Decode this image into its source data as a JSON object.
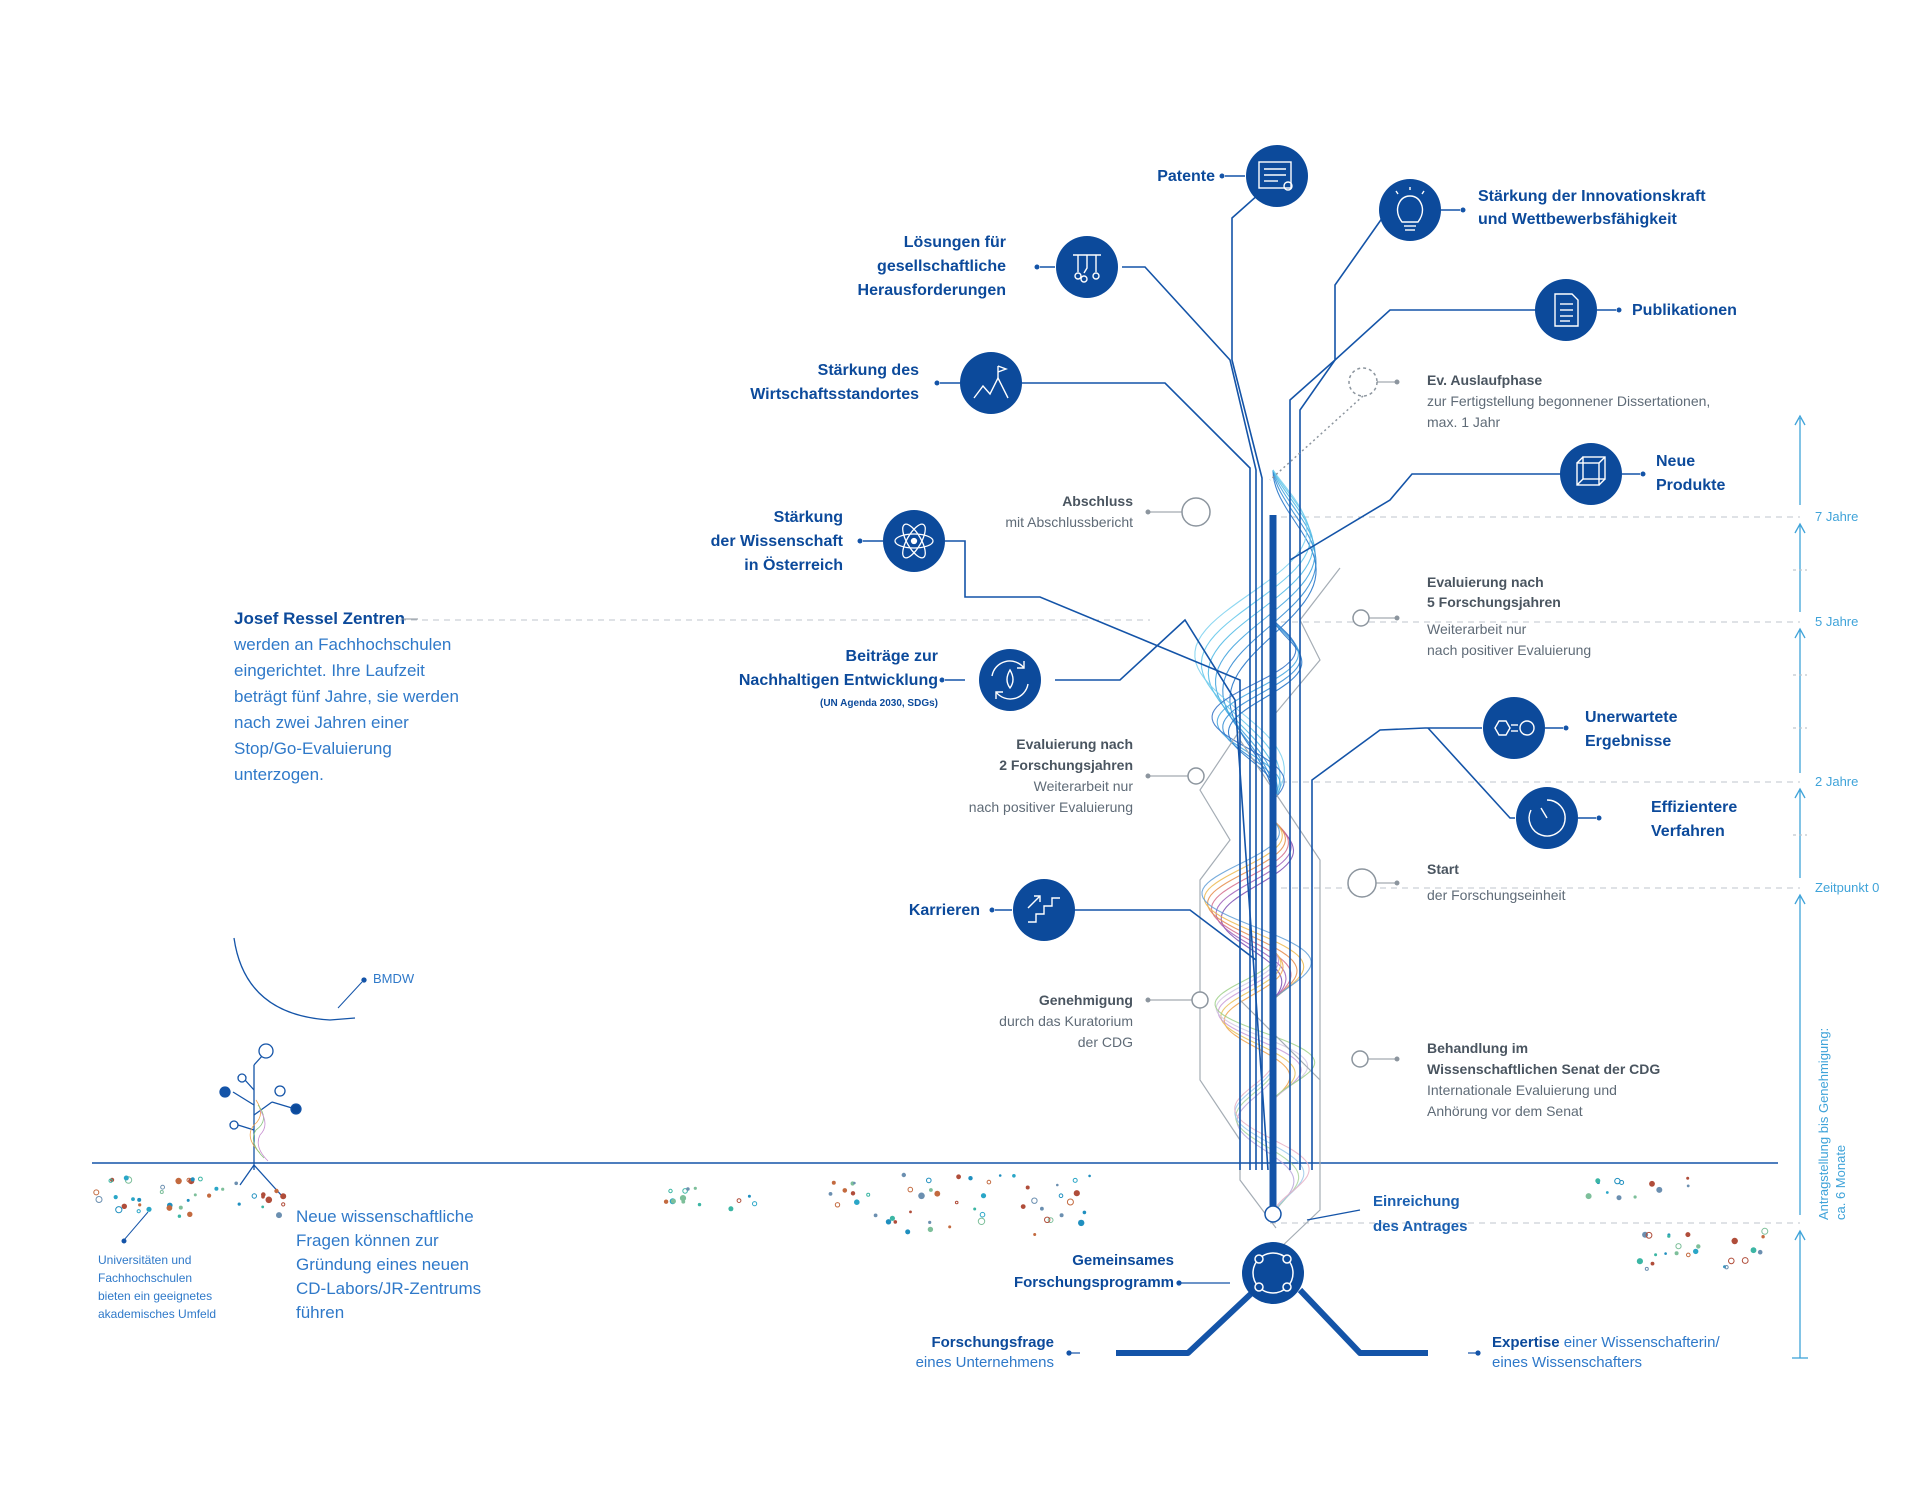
{
  "colors": {
    "dark_blue": "#0c4a9b",
    "line_blue": "#1454a8",
    "light_blue": "#2f79c9",
    "cyan": "#3fa3d9",
    "gray": "#8c959e",
    "gray_text": "#5f6b77"
  },
  "outcomes": {
    "patente": {
      "label": "Patente",
      "icon": "certificate-icon"
    },
    "innovation": {
      "line1": "Stärkung der Innovationskraft",
      "line2": "und Wettbewerbsfähigkeit",
      "icon": "lightbulb-icon"
    },
    "loesungen": {
      "line1": "Lösungen für",
      "line2": "gesellschaftliche",
      "line3": "Herausforderungen",
      "icon": "circuit-icon"
    },
    "publikationen": {
      "label": "Publikationen",
      "icon": "document-icon"
    },
    "wirtschaft": {
      "line1": "Stärkung des",
      "line2": "Wirtschaftsstandortes",
      "icon": "mountain-flag-icon"
    },
    "produkte": {
      "line1": "Neue",
      "line2": "Produkte",
      "icon": "cube-icon"
    },
    "wissenschaft": {
      "line1": "Stärkung",
      "line2": "der Wissenschaft",
      "line3": "in Österreich",
      "icon": "atom-icon"
    },
    "nachhaltig": {
      "line1": "Beiträge zur",
      "line2": "Nachhaltigen Entwicklung",
      "line3": "(UN Agenda 2030, SDGs)",
      "icon": "water-cycle-icon"
    },
    "unerwartet": {
      "line1": "Unerwartete",
      "line2": "Ergebnisse",
      "icon": "hexagon-equals-circle-icon"
    },
    "effizient": {
      "line1": "Effizientere",
      "line2": "Verfahren",
      "icon": "clock-icon"
    },
    "karrieren": {
      "label": "Karrieren",
      "icon": "stairs-icon"
    }
  },
  "milestones": {
    "auslauf": {
      "title": "Ev. Auslaufphase",
      "line1": "zur Fertigstellung begonnener Dissertationen,",
      "line2": "max. 1 Jahr"
    },
    "abschluss": {
      "title": "Abschluss",
      "line1": "mit Abschlussbericht"
    },
    "eval5": {
      "title1": "Evaluierung nach",
      "title2": "5 Forschungsjahren",
      "line1": "Weiterarbeit nur",
      "line2": "nach positiver Evaluierung"
    },
    "eval2": {
      "title1": "Evaluierung nach",
      "title2": "2 Forschungsjahren",
      "line1": "Weiterarbeit nur",
      "line2": "nach positiver Evaluierung"
    },
    "start": {
      "title": "Start",
      "line1": "der Forschungseinheit"
    },
    "genehmigung": {
      "title": "Genehmigung",
      "line1": "durch das Kuratorium",
      "line2": "der CDG"
    },
    "senat": {
      "title1": "Behandlung im",
      "title2": "Wissenschaftlichen Senat der CDG",
      "line1": "Internationale Evaluierung und",
      "line2": "Anhörung vor dem Senat"
    },
    "einreichung": {
      "line1": "Einreichung",
      "line2": "des Antrages"
    },
    "gemeinsam": {
      "line1": "Gemeinsames",
      "line2": "Forschungsprogramm"
    },
    "forschungsfrage": {
      "title": "Forschungsfrage",
      "line1": "eines Unternehmens"
    },
    "expertise": {
      "title": "Expertise",
      "rest": " einer Wissenschafterin/",
      "line2": "eines Wissenschafters"
    }
  },
  "timeline": {
    "t7": "7 Jahre",
    "t5": "5 Jahre",
    "t2": "2 Jahre",
    "t0": "Zeitpunkt 0",
    "antrag_line1": "Antragstellung bis Genehmigung:",
    "antrag_line2": "ca. 6 Monate"
  },
  "josef": {
    "title": "Josef Ressel Zentren",
    "lines": [
      "werden an Fachhochschulen",
      "eingerichtet. Ihre Laufzeit",
      "beträgt fünf Jahre, sie werden",
      "nach zwei Jahren einer",
      "Stop/Go-Evaluierung",
      "unterzogen."
    ]
  },
  "bmdw": "BMDW",
  "neue_fragen": [
    "Neue wissenschaftliche",
    "Fragen können zur",
    "Gründung eines neuen",
    "CD-Labors/JR-Zentrums",
    "führen"
  ],
  "uni": [
    "Universitäten und",
    "Fachhochschulen",
    "bieten ein geeignetes",
    "akademisches Umfeld"
  ]
}
